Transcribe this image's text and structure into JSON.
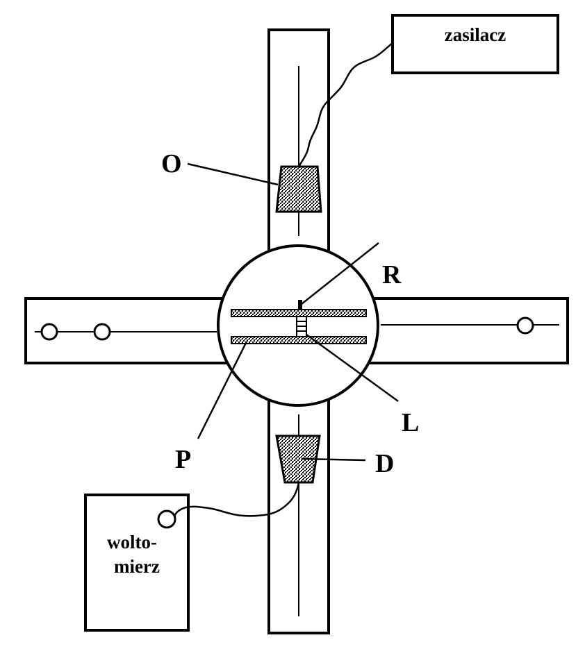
{
  "power_supply": {
    "label": "zasilacz"
  },
  "voltmeter": {
    "label_line1": "wolto-",
    "label_line2": "mierz"
  },
  "labels": {
    "O": "O",
    "R": "R",
    "L": "L",
    "P": "P",
    "D": "D"
  },
  "colors": {
    "ink": "#000000",
    "background": "#ffffff"
  },
  "icons": {
    "source": "hatched-trapezoid-icon",
    "detector": "hatched-trapezoid-icon",
    "rail_mount": "circle-icon"
  }
}
